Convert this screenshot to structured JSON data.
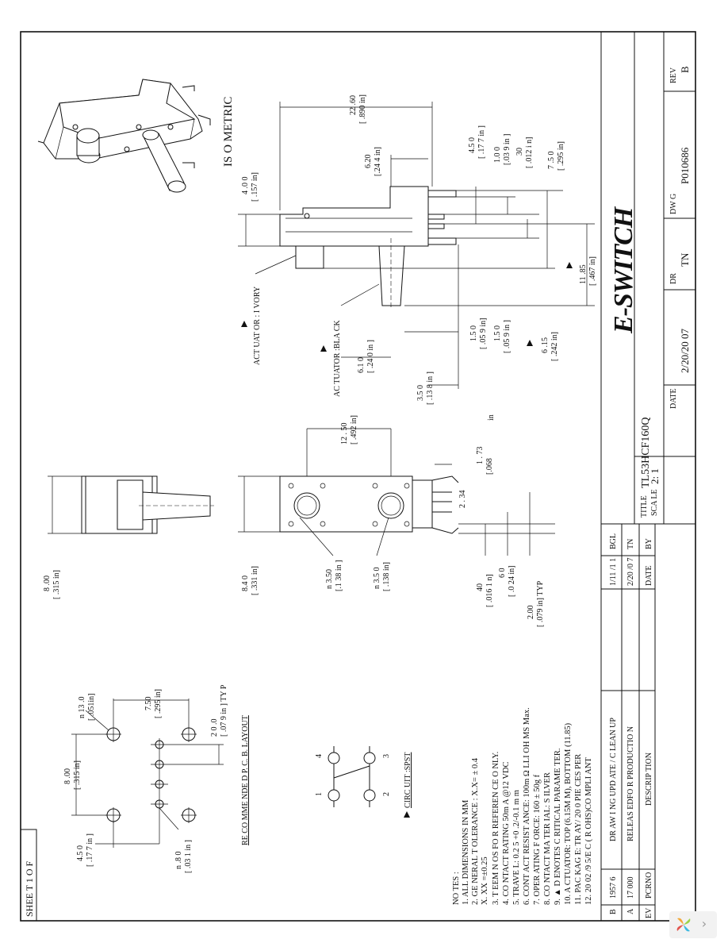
{
  "title_block": {
    "title_label": "TITLE",
    "title": "TL53HCF160Q",
    "date_label": "DATE",
    "date": "2/20/20  07",
    "dr_label": "DR",
    "dr": "TN",
    "dwg_label": "DW G",
    "dwg": "P010686",
    "rev_label": "REV",
    "rev": "B",
    "scale_label": "SCA LE",
    "scale": "2: 1",
    "sheet": "SHEE  T 1 O  F"
  },
  "brand": "E-SWITCH",
  "revisions": {
    "headers": [
      "EV",
      "PCRNO",
      "DESCRIP  TION",
      "DATE",
      "BY"
    ],
    "rows": [
      [
        "B",
        "1957  6",
        "DR AW I NG UPD  ATE / C LEAN  UP",
        "1/11  /1 1",
        "BGL"
      ],
      [
        "A",
        "17 000",
        "RELEAS EDFO  R PRODUCTIO  N",
        "2/20  /0 7",
        "TN"
      ]
    ]
  },
  "notes": {
    "heading": "NO TES :",
    "items": [
      "1. ALL    DIMENSIONS IN MM",
      "2. GE    NERAL T OLERANCE : X.X= ± 0.4",
      "           X.    XX =±0.25",
      "3.  T  EEM  N  OS  FO  R REFEREN CE O NLY.",
      "4.  CO NTACT RATING 50m    A @12    VDC",
      "5.  TRAVE    L: 0.2  5 +0  .2/-0.1  m  m",
      "6.  CONT    ACT RESIST   ANCE: 100m Ω  LLI OH MS Max.",
      "7.  OPER   ATING F  ORCE: 160 ± 50g  f",
      "8.  CO NTACT MA TER IAL: S ILVER",
      "9.  ▲ D ENOTES C RITICAL  PARAME TER.",
      "10. A CTUATOR: TOP (6.15M M), BOTTOM   (11.85)",
      "11. PAC KAG E: TR AY/ 20 0 PIE CES PER",
      "12.  20 02 /9 5/E C ( R OHS)CO  MPLI ANT"
    ]
  },
  "isometric_label": "IS O METRIC",
  "callouts": {
    "ivory": "ACT UAT OR : I VORY",
    "black": "AC TUATOR :BLA CK",
    "pcb": "RE CO MME NDE D P. C. B. LAYOUT",
    "circuit": "CIRC UIT :SPST",
    "pins_a": "1",
    "pins_b": "2",
    "pins_c": "3",
    "pins_d": "4"
  },
  "dims": {
    "d2260": "22 .60",
    "d2260i": "[ .890 in]",
    "d400": "4 .0  0",
    "d400i": "[ .157 in]",
    "d620": "6.20",
    "d620i": "[.24 4 in]",
    "d450a": "4.5  0",
    "d450ai": "[ .17 7 in ]",
    "d100": "1.0  0",
    "d100i": "[.03 9 in ]",
    "d30": "30",
    "d30i": "[ .012 i n]",
    "d750a": "7 .5 0",
    "d750ai": "[ .295 in]",
    "d1185": "11 .85",
    "d1185i": "[ .467 in]",
    "d150a": "1.5  0",
    "d150ai": "[ .05 9 in]",
    "d150b": "1.5  0",
    "d150bi": "[ .05 9 in ]",
    "d615": "6 .15",
    "d615i": "[ .242  in]",
    "d610": "6.1 0",
    "d610i": "[ .24 0 in ]",
    "d350": "3.5 0",
    "d350i": "[ .13 8 in ]",
    "d1250": "12 . 50",
    "d1250i": "[ .492  in]",
    "d173": "1 . 73",
    "d173i": "[.068",
    "d173u": "in",
    "d234": "2 . 34",
    "d800a": "8 .00",
    "d800ai": "[ .315  in]",
    "d840": "8.4  0",
    "d840i": "[ .331   in]",
    "dn350a": "n 3.50",
    "dn350ai": "[.1 38 in ]",
    "dn350b": "n 3.5 0",
    "dn350bi": "[ .138 in]",
    "d40": "40",
    "d40i": "[ .016 1 n]",
    "d60": "6 0",
    "d60i": "[ .0 24 in]",
    "d200a": "2.00",
    "d200ai": "[ .079  in] TYP",
    "dn130": "n 13 .0",
    "dn130i": "[ .051in]",
    "d750b": "7.50",
    "d750bi": "[ .295 in]",
    "d200b": "2 0 .0",
    "d200bi": "[ .07 9 in ] TY P",
    "d800b": "8 .00",
    "d800bi": "[ .315 in]",
    "d450b": "4.5  0",
    "d450bi": "[ .17 7 in ]",
    "dn80": "n .8  0",
    "dn80i": "[ .03 1 in ]"
  }
}
